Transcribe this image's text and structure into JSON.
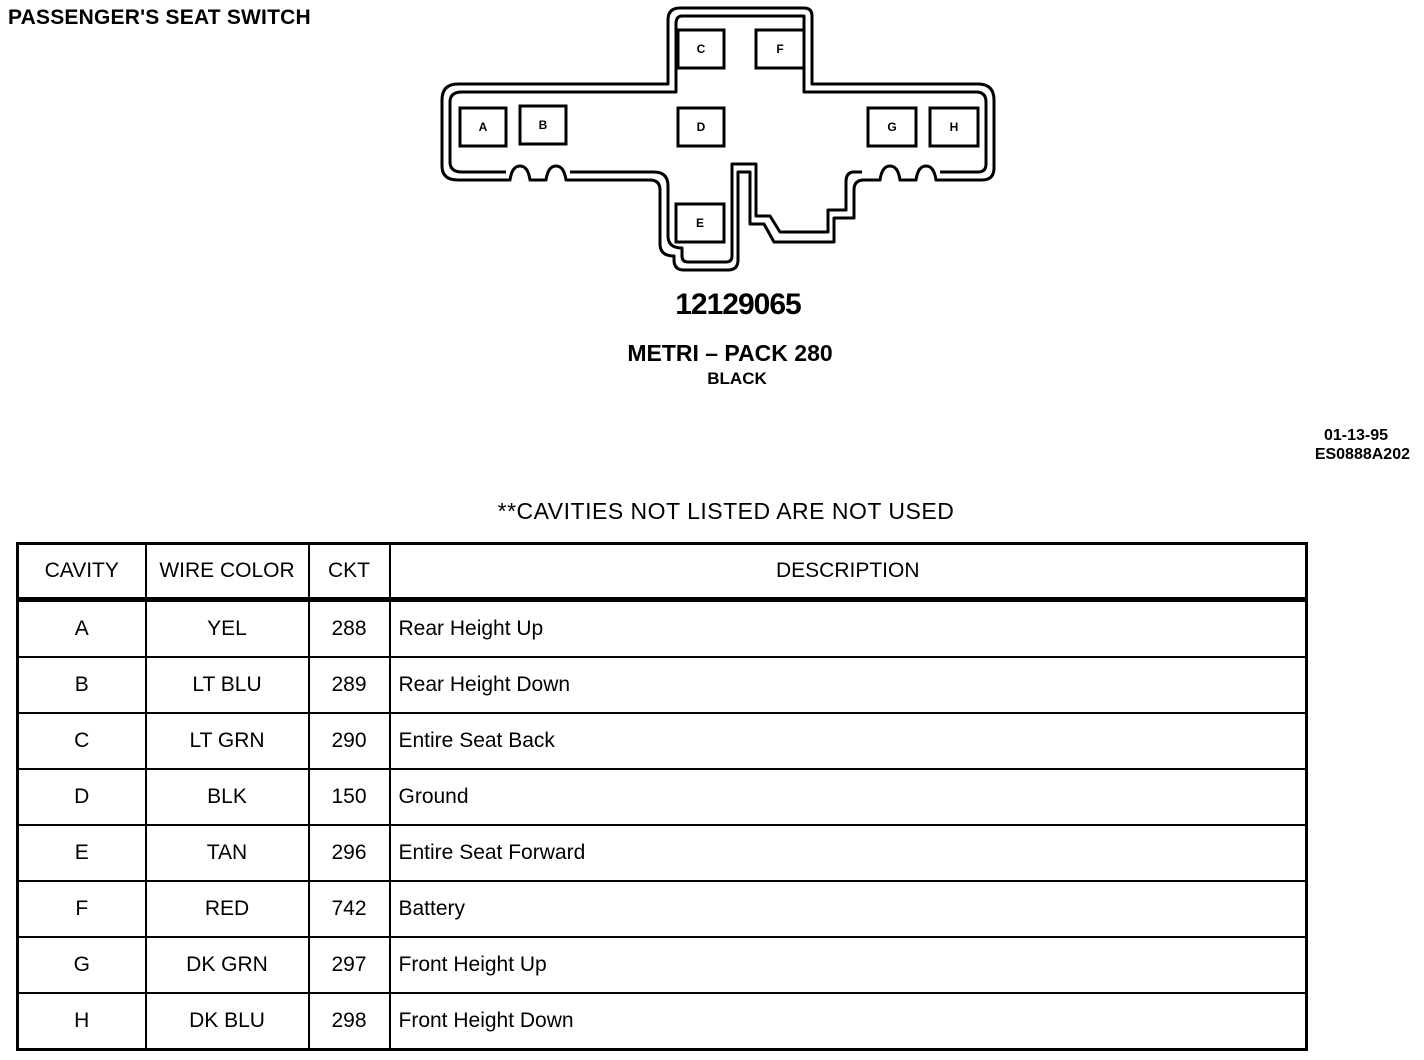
{
  "title": "PASSENGER'S SEAT SWITCH",
  "connector": {
    "part_number": "12129065",
    "series": "METRI – PACK 280",
    "color": "BLACK",
    "cavity_labels": [
      "A",
      "B",
      "C",
      "D",
      "E",
      "F",
      "G",
      "H"
    ]
  },
  "drawing": {
    "date": "01-13-95",
    "code": "ES0888A202"
  },
  "note": "**CAVITIES NOT LISTED ARE NOT USED",
  "table": {
    "headers": [
      "CAVITY",
      "WIRE COLOR",
      "CKT",
      "DESCRIPTION"
    ],
    "rows": [
      {
        "cavity": "A",
        "wire_color": "YEL",
        "ckt": "288",
        "description": "Rear Height Up"
      },
      {
        "cavity": "B",
        "wire_color": "LT BLU",
        "ckt": "289",
        "description": "Rear Height Down"
      },
      {
        "cavity": "C",
        "wire_color": "LT GRN",
        "ckt": "290",
        "description": "Entire Seat Back"
      },
      {
        "cavity": "D",
        "wire_color": "BLK",
        "ckt": "150",
        "description": "Ground"
      },
      {
        "cavity": "E",
        "wire_color": "TAN",
        "ckt": "296",
        "description": "Entire Seat Forward"
      },
      {
        "cavity": "F",
        "wire_color": "RED",
        "ckt": "742",
        "description": "Battery"
      },
      {
        "cavity": "G",
        "wire_color": "DK GRN",
        "ckt": "297",
        "description": "Front Height Up"
      },
      {
        "cavity": "H",
        "wire_color": "DK BLU",
        "ckt": "298",
        "description": "Front Height Down"
      }
    ]
  }
}
